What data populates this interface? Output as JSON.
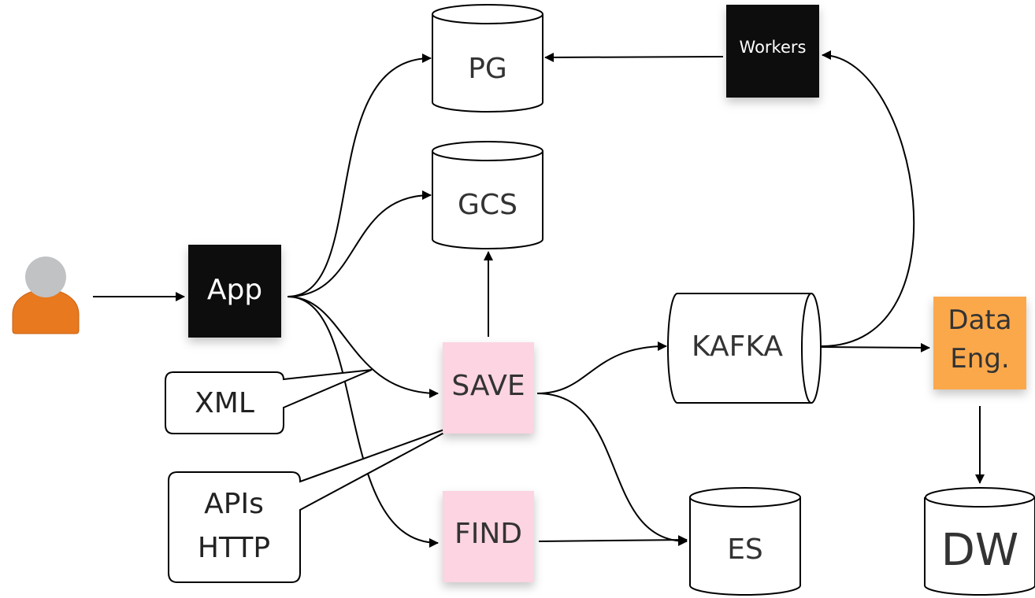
{
  "nodes": {
    "pg": "PG",
    "gcs": "GCS",
    "workers": "Workers",
    "app": "App",
    "kafka": "KAFKA",
    "data_eng_line1": "Data",
    "data_eng_line2": "Eng.",
    "save": "SAVE",
    "find": "FIND",
    "es": "ES",
    "dw": "DW"
  },
  "callouts": {
    "xml": "XML",
    "apis_line1": "APIs",
    "apis_line2": "HTTP"
  },
  "colors": {
    "user_body": "#e8791f",
    "user_head": "#c0c2c4",
    "black_note": "#0d0d0d",
    "pink_note": "#fcd4e2",
    "orange_note": "#fba84c",
    "stroke": "#000000"
  }
}
